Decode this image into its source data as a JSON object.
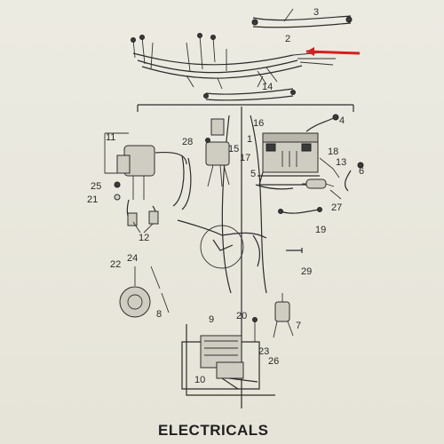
{
  "title": "ELECTRICALS",
  "labels": {
    "l3": "3",
    "l2": "2",
    "l14": "14",
    "l11": "11",
    "l28": "28",
    "l15": "15",
    "l16": "16",
    "l1": "1",
    "l17": "17",
    "l5": "5",
    "l4": "4",
    "l18": "18",
    "l13": "13",
    "l6": "6",
    "l27": "27",
    "l19": "19",
    "l25": "25",
    "l21": "21",
    "l12": "12",
    "l22": "22",
    "l24": "24",
    "l8": "8",
    "l29": "29",
    "l20": "20",
    "l7": "7",
    "l9": "9",
    "l23": "23",
    "l26": "26",
    "l10": "10"
  },
  "colors": {
    "background": "#e9e7dc",
    "line": "#2c2c2c",
    "arrow": "#d42020"
  }
}
